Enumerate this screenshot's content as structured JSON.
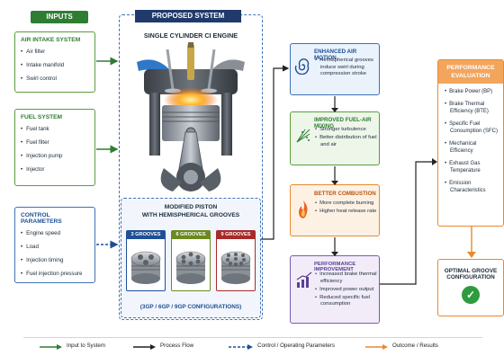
{
  "inputs_header": "INPUTS",
  "air_intake": {
    "title": "AIR INTAKE SYSTEM",
    "items": [
      "Air filter",
      "Intake manifold",
      "Swirl control"
    ]
  },
  "fuel_system": {
    "title": "FUEL SYSTEM",
    "items": [
      "Fuel tank",
      "Fuel filter",
      "Injection pump",
      "Injector"
    ]
  },
  "control_params": {
    "title": "CONTROL PARAMETERS",
    "items": [
      "Engine speed",
      "Load",
      "Injection timing",
      "Fuel injection pressure"
    ]
  },
  "proposed": {
    "header": "PROPOSED SYSTEM",
    "engine_title": "SINGLE CYLINDER CI ENGINE",
    "piston_title_1": "MODIFIED PISTON",
    "piston_title_2": "WITH HEMISPHERICAL GROOVES",
    "grooves": [
      "3 GROOVES",
      "6 GROOVES",
      "9 GROOVES"
    ],
    "configs": "(3GP / 6GP / 9GP CONFIGURATIONS)"
  },
  "stages": [
    {
      "title": "ENHANCED AIR MOTION",
      "items": [
        "Hemispherical grooves induce swirl during compression stroke"
      ],
      "icon": "swirl-icon"
    },
    {
      "title": "IMPROVED FUEL-AIR MIXING",
      "items": [
        "Stronger turbulence",
        "Better distribution of fuel and air"
      ],
      "icon": "spray-icon"
    },
    {
      "title": "BETTER COMBUSTION",
      "items": [
        "More complete burning",
        "Higher heat release rate"
      ],
      "icon": "flame-icon"
    },
    {
      "title": "PERFORMANCE IMPROVEMENT",
      "items": [
        "Increased brake thermal efficiency",
        "Improved power output",
        "Reduced specific fuel consumption"
      ],
      "icon": "bar-chart-icon"
    }
  ],
  "evaluation": {
    "header_1": "PERFORMANCE",
    "header_2": "EVALUATION",
    "items": [
      "Brake Power (BP)",
      "Brake Thermal Efficiency (BTE)",
      "Specific Fuel Consumption (SFC)",
      "Mechanical Efficiency",
      "Exhaust Gas Temperature",
      "Emission Characteristics"
    ]
  },
  "optimal": {
    "title_1": "OPTIMAL GROOVE",
    "title_2": "CONFIGURATION"
  },
  "legend": [
    "Input to System",
    "Process Flow",
    "Control / Operating Parameters",
    "Outcome / Results"
  ],
  "colors": {
    "green": "#2e7d32",
    "navy": "#1f3a6b",
    "blue": "#3f72b5",
    "orange": "#e8892b",
    "purple": "#7a5bb0"
  }
}
